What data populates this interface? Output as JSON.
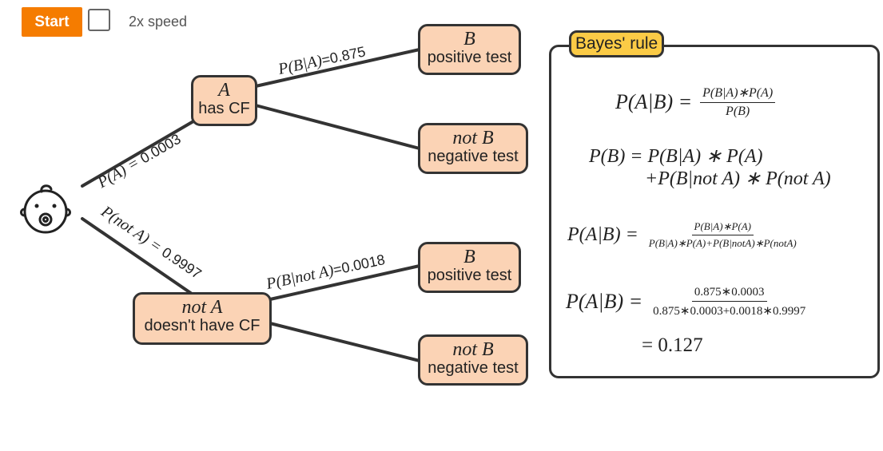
{
  "controls": {
    "start_label": "Start",
    "speed_label": "2x speed"
  },
  "icons": {
    "baby": "baby-face-icon"
  },
  "colors": {
    "start_button": "#f57c00",
    "node_fill": "#fbd3b5",
    "title_fill": "#fbcb46",
    "stroke": "#333333"
  },
  "tree": {
    "nodes": {
      "a": {
        "symbol": "A",
        "desc": "has CF"
      },
      "not_a": {
        "symbol": "not A",
        "desc": "doesn't have CF"
      },
      "b_given_a": {
        "symbol": "B",
        "desc": "positive test"
      },
      "notb_given_a": {
        "symbol": "not B",
        "desc": "negative test"
      },
      "b_given_nota": {
        "symbol": "B",
        "desc": "positive test"
      },
      "notb_given_nota": {
        "symbol": "not B",
        "desc": "negative test"
      }
    },
    "edges": {
      "p_a": {
        "expr": "P(A) = ",
        "value": "0.0003"
      },
      "p_not_a": {
        "expr": "P(not A) = ",
        "value": "0.9997"
      },
      "p_b_a": {
        "expr": "P(B|A)",
        "value": "=0.875"
      },
      "p_b_not_a": {
        "expr": "P(B|not A)",
        "value": "=0.0018"
      }
    }
  },
  "panel": {
    "title": "Bayes' rule",
    "f1_lhs": "P(A|B) =",
    "f1_num": "P(B|A)∗P(A)",
    "f1_den": "P(B)",
    "f2_line1": "P(B) = P(B|A) ∗ P(A)",
    "f2_line2": "+P(B|not A) ∗ P(not A)",
    "f3_lhs": "P(A|B) =",
    "f3_num": "P(B|A)∗P(A)",
    "f3_den": "P(B|A)∗P(A)+P(B|notA)∗P(notA)",
    "f4_lhs": "P(A|B) =",
    "f4_num": "0.875∗0.0003",
    "f4_den": "0.875∗0.0003+0.0018∗0.9997",
    "result": "= 0.127"
  }
}
